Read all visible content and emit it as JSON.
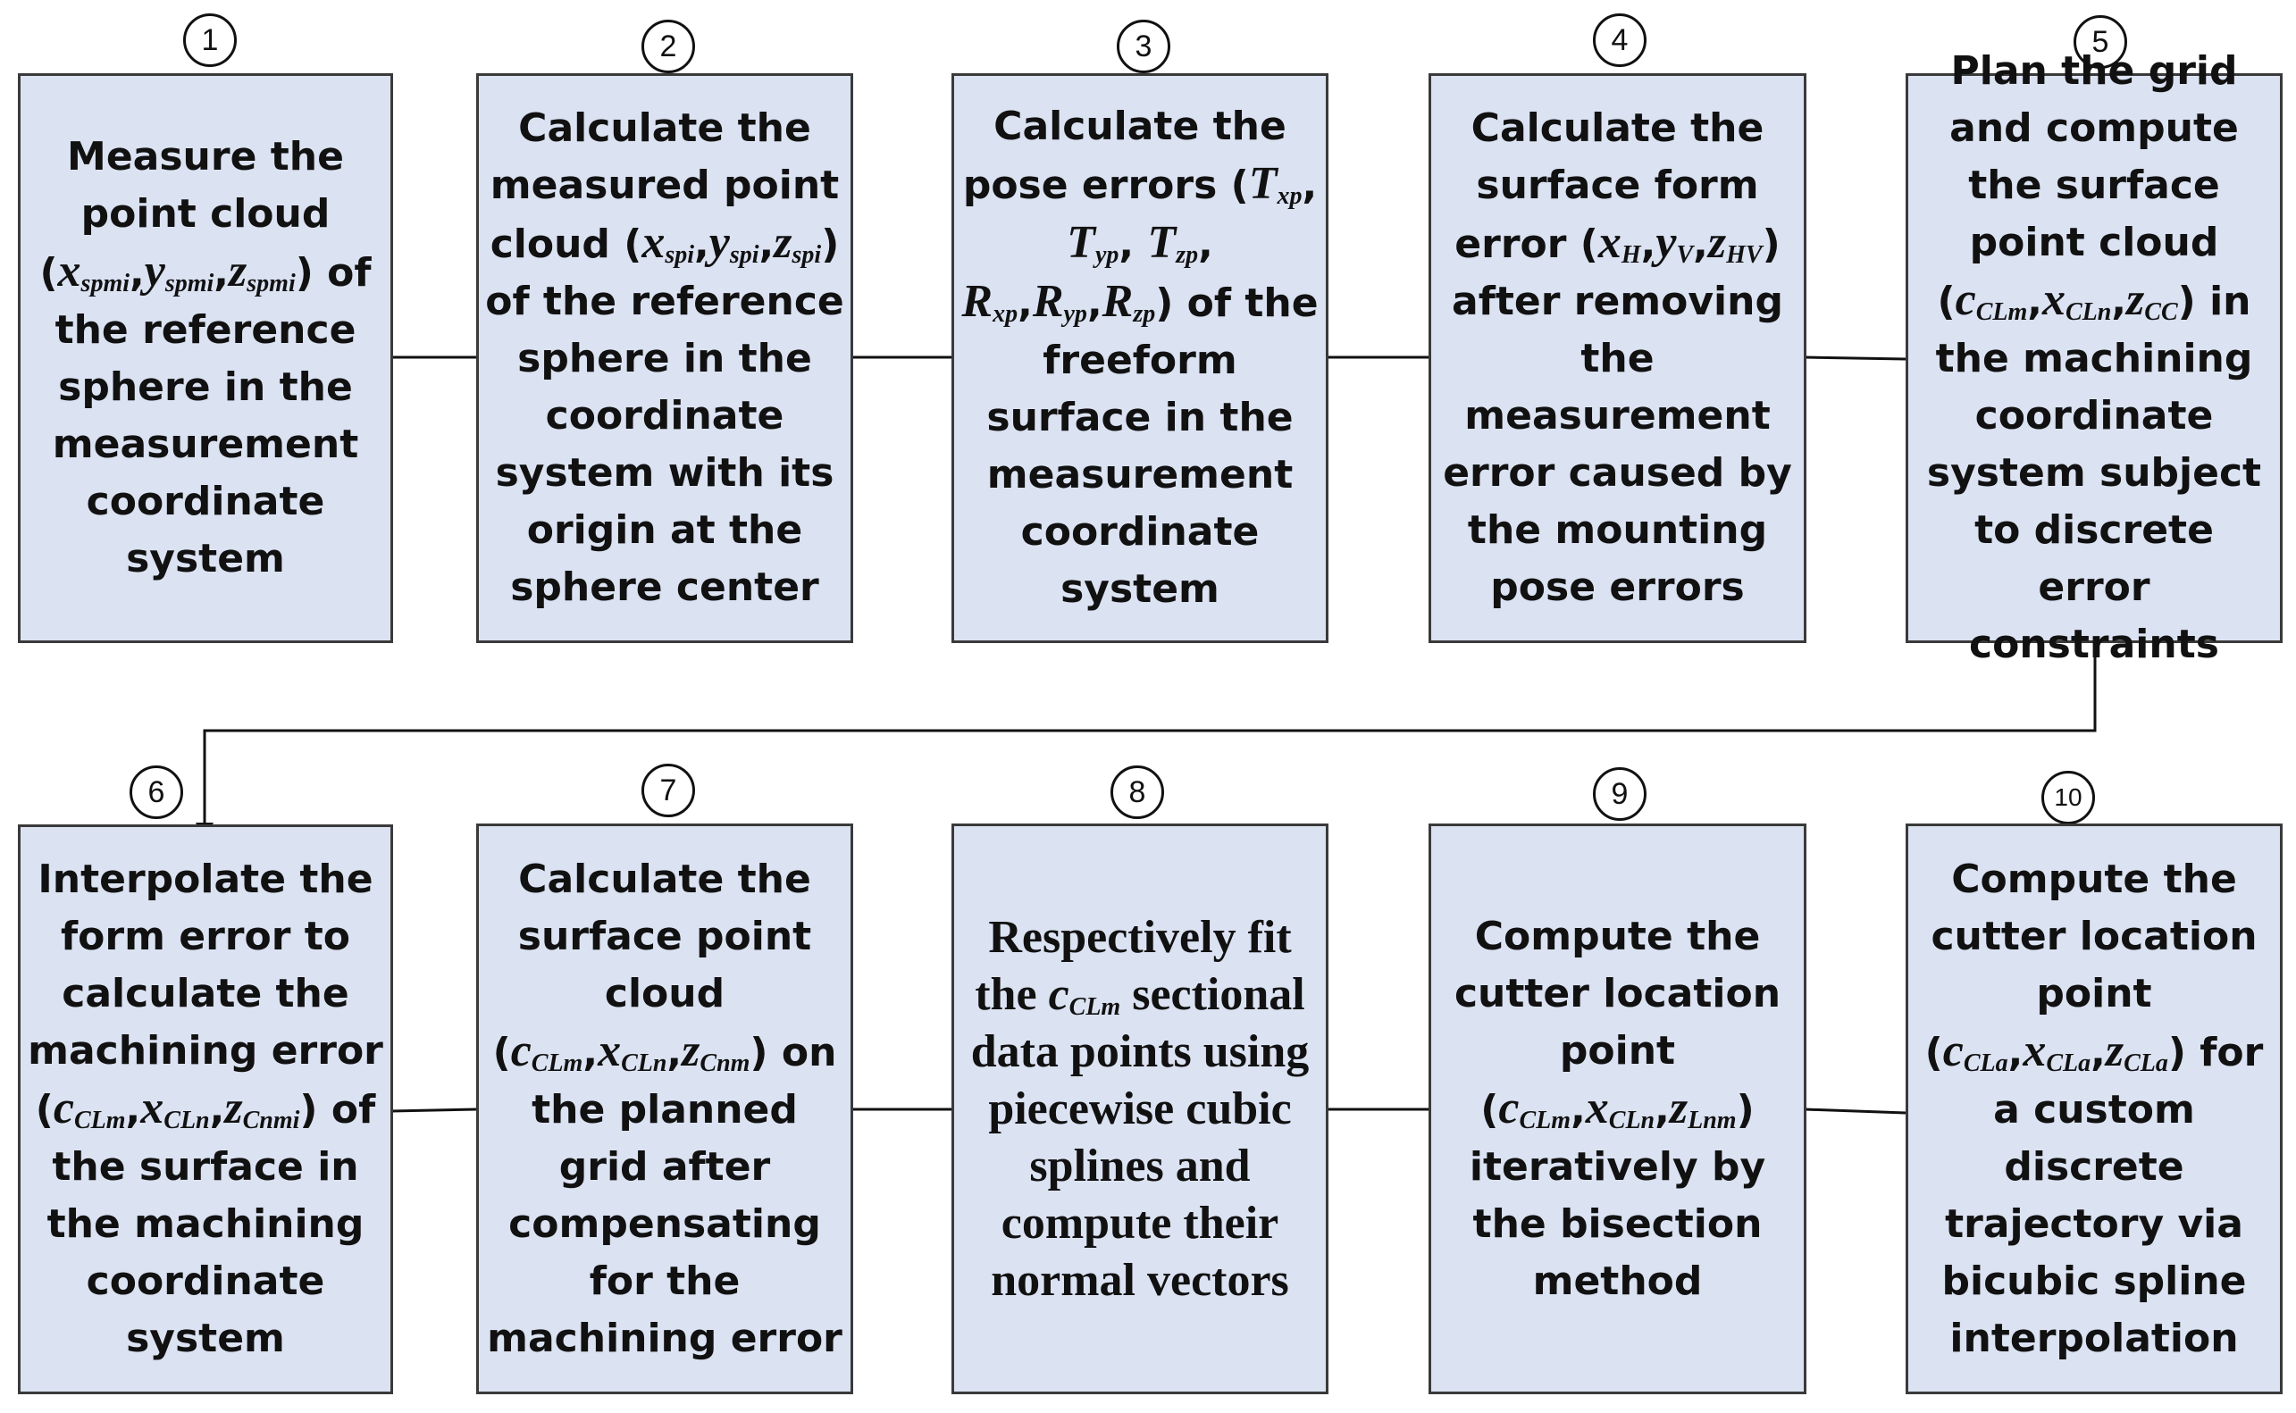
{
  "diagram": {
    "steps": [
      {
        "number": "1",
        "segments": [
          {
            "t": "Measure the point cloud ("
          },
          {
            "v": "x",
            "s": "spmi"
          },
          {
            "t": ","
          },
          {
            "v": "y",
            "s": "spmi"
          },
          {
            "t": ","
          },
          {
            "v": "z",
            "s": "spmi"
          },
          {
            "t": ") of the reference sphere in the measurement coordinate system"
          }
        ]
      },
      {
        "number": "2",
        "segments": [
          {
            "t": "Calculate the measured point cloud ("
          },
          {
            "v": "x",
            "s": "spi"
          },
          {
            "t": ","
          },
          {
            "v": "y",
            "s": "spi"
          },
          {
            "t": ","
          },
          {
            "v": "z",
            "s": "spi"
          },
          {
            "t": ") of the reference sphere in the coordinate system with its origin at the sphere center"
          }
        ]
      },
      {
        "number": "3",
        "segments": [
          {
            "t": "Calculate the pose errors ("
          },
          {
            "v": "T",
            "s": "xp"
          },
          {
            "t": ", "
          },
          {
            "v": "T",
            "s": "yp"
          },
          {
            "t": ", "
          },
          {
            "v": "T",
            "s": "zp"
          },
          {
            "t": ", "
          },
          {
            "v": "R",
            "s": "xp"
          },
          {
            "t": ","
          },
          {
            "v": "R",
            "s": "yp"
          },
          {
            "t": ","
          },
          {
            "v": "R",
            "s": "zp"
          },
          {
            "t": ") of the freeform surface in the measurement coordinate system"
          }
        ]
      },
      {
        "number": "4",
        "segments": [
          {
            "t": "Calculate the surface form error ("
          },
          {
            "v": "x",
            "s": "H"
          },
          {
            "t": ","
          },
          {
            "v": "y",
            "s": "V"
          },
          {
            "t": ","
          },
          {
            "v": "z",
            "s": "HV"
          },
          {
            "t": ") after removing the measurement error caused by the mounting pose errors"
          }
        ]
      },
      {
        "number": "5",
        "segments": [
          {
            "t": "Plan the grid and compute the surface point cloud ("
          },
          {
            "v": "c",
            "s": "CLm"
          },
          {
            "t": ","
          },
          {
            "v": "x",
            "s": "CLn"
          },
          {
            "t": ","
          },
          {
            "v": "z",
            "s": "CC"
          },
          {
            "t": ") in the machining coordinate system subject to discrete error constraints"
          }
        ]
      },
      {
        "number": "6",
        "segments": [
          {
            "t": "Interpolate the form error to calculate the machining error ("
          },
          {
            "v": "c",
            "s": "CLm"
          },
          {
            "t": ","
          },
          {
            "v": "x",
            "s": "CLn"
          },
          {
            "t": ","
          },
          {
            "v": "z",
            "s": "Cnmi"
          },
          {
            "t": ") of the surface in the machining coordinate system"
          }
        ]
      },
      {
        "number": "7",
        "segments": [
          {
            "t": "Calculate the surface point cloud ("
          },
          {
            "v": "c",
            "s": "CLm"
          },
          {
            "t": ","
          },
          {
            "v": "x",
            "s": "CLn"
          },
          {
            "t": ","
          },
          {
            "v": "z",
            "s": "Cnm"
          },
          {
            "t": ") on the planned grid after compensating for the machining error"
          }
        ]
      },
      {
        "number": "8",
        "segments": [
          {
            "t": "Respectively fit the "
          },
          {
            "v": "c",
            "s": "CLm"
          },
          {
            "t": " sectional data points using piecewise cubic splines and compute their normal vectors"
          }
        ]
      },
      {
        "number": "9",
        "segments": [
          {
            "t": "Compute the cutter location point ("
          },
          {
            "v": "c",
            "s": "CLm"
          },
          {
            "t": ","
          },
          {
            "v": "x",
            "s": "CLn"
          },
          {
            "t": ","
          },
          {
            "v": "z",
            "s": "Lnm"
          },
          {
            "t": ") iteratively by the bisection method"
          }
        ]
      },
      {
        "number": "10",
        "segments": [
          {
            "t": "Compute the cutter location point ("
          },
          {
            "v": "c",
            "s": "CLa"
          },
          {
            "t": ","
          },
          {
            "v": "x",
            "s": "CLa"
          },
          {
            "t": ","
          },
          {
            "v": "z",
            "s": "CLa"
          },
          {
            "t": ") for a custom discrete trajectory via bicubic spline interpolation"
          }
        ]
      }
    ],
    "colors": {
      "box_fill": "#dbe2f2",
      "box_border": "#3a3a3a",
      "arrow": "#111111",
      "text": "#111111"
    }
  }
}
